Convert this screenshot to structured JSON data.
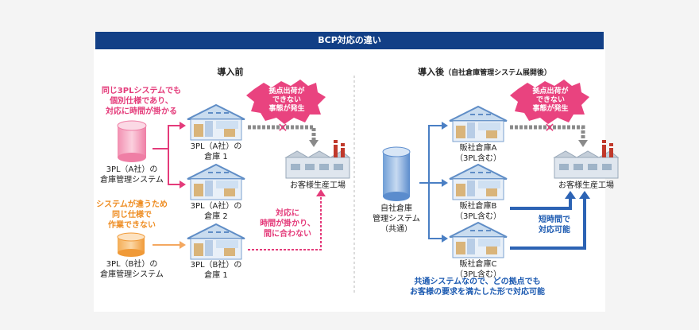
{
  "header": {
    "title": "BCP対応の違い"
  },
  "before": {
    "title": "導入前",
    "note_pink": [
      "同じ3PLシステムでも",
      "個別仕様であり、",
      "対応に時間が掛かる"
    ],
    "note_orange": [
      "システムが違うため",
      "同じ仕様で",
      "作業できない"
    ],
    "system_a": [
      "3PL（A社）の",
      "倉庫管理システム"
    ],
    "system_b": [
      "3PL（B社）の",
      "倉庫管理システム"
    ],
    "warehouse1": [
      "3PL（A社）の",
      "倉庫 1"
    ],
    "warehouse2": [
      "3PL（A社）の",
      "倉庫 2"
    ],
    "warehouse3": [
      "3PL（B社）の",
      "倉庫 1"
    ],
    "burst": [
      "拠点出荷が",
      "できない",
      "事態が発生"
    ],
    "factory": "お客様生産工場",
    "delay_note": [
      "対応に",
      "時間が掛かり、",
      "間に合わない"
    ]
  },
  "after": {
    "title": "導入後",
    "subtitle": "（自社倉庫管理システム展開後）",
    "system": [
      "自社倉庫",
      "管理システム",
      "（共通）"
    ],
    "warehouseA": [
      "販社倉庫A",
      "（3PL含む）"
    ],
    "warehouseB": [
      "販社倉庫B",
      "（3PL含む）"
    ],
    "warehouseC": [
      "販社倉庫C",
      "（3PL含む）"
    ],
    "burst": [
      "拠点出荷が",
      "できない",
      "事態が発生"
    ],
    "factory": "お客様生産工場",
    "fast_note": [
      "短時間で",
      "対応可能"
    ],
    "summary": [
      "共通システムなので、どの拠点でも",
      "お客様の要求を満たした形で対応可能"
    ]
  },
  "colors": {
    "navy": "#123f86",
    "pink": "#e43b7a",
    "orange": "#ee8d23",
    "blue": "#1c5ab1"
  }
}
